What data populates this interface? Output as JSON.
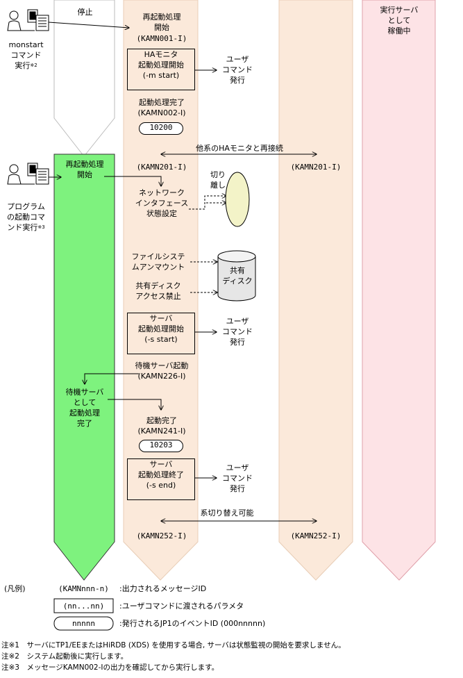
{
  "columns": {
    "stopped_label": "停止",
    "active_label": "実行サーバ\nとして\n稼働中"
  },
  "operators": {
    "monstart": {
      "line1": "monstart",
      "line2": "コマンド",
      "line3": "実行",
      "note": "※2"
    },
    "program": {
      "line1": "プログラム",
      "line2": "の起動コマ",
      "line3": "ンド実行",
      "note": "※3"
    }
  },
  "flow": {
    "restart_start": "再起動処理\n開始",
    "msg_kamn001": "(KAMN001-I)",
    "ha_box": "HAモニタ\n起動処理開始\n(-m start)",
    "user_cmd": "ユーザ\nコマンド\n発行",
    "restart_done": "起動処理完了\n(KAMN002-I)",
    "event_10200": "10200",
    "reconnect": "他系のHAモニタと再接続",
    "msg_kamn201": "(KAMN201-I)",
    "green_restart": "再起動処理\n開始",
    "nw_setting": "ネットワーク\nインタフェース\n状態設定",
    "detach": "切り\n離し",
    "fs_unmount": "ファイルシステ\nムアンマウント",
    "shared_disk": "共有\nディスク",
    "disk_prohibit": "共有ディスク\nアクセス禁止",
    "server_box1": "サーバ\n起動処理開始\n(-s start)",
    "standby_start": "待機サーバ起動\n(KAMN226-I)",
    "standby_done": "待機サーバ\nとして\n起動処理\n完了",
    "start_done": "起動完了\n(KAMN241-I)",
    "event_10203": "10203",
    "server_box2": "サーバ\n起動処理終了\n(-s end)",
    "switchable": "系切り替え可能",
    "msg_kamn252": "(KAMN252-I)"
  },
  "legend": {
    "title": "(凡例)",
    "msg_sample": "(KAMNnnn-n)",
    "msg_desc": ":出力されるメッセージID",
    "param_sample": "(nn...nn)",
    "param_desc": ":ユーザコマンドに渡されるパラメタ",
    "event_sample": "nnnnn",
    "event_desc": ":発行されるJP1のイベントID (000nnnnn)"
  },
  "notes": [
    "注※1　サーバにTP1/EEまたはHiRDB (XDS) を使用する場合, サーバは状態監視の開始を要求しません。",
    "注※2　システム起動後に実行します。",
    "注※3　メッセージKAMN002-Iの出力を確認してから実行します。"
  ],
  "colors": {
    "stopped": "#ffffff",
    "green": "#7ef27e",
    "peach": "#fbe9da",
    "pink": "#fde3e6",
    "ellipse": "#f3f3c8",
    "disk": "#e6e6e6"
  },
  "icons": [
    "operator-icon",
    "computer-icon"
  ]
}
